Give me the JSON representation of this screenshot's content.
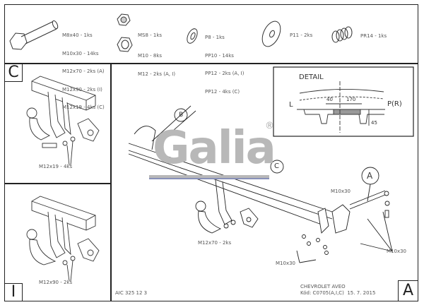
{
  "parts_list": {
    "bolts": [
      "M8x40 - 1ks",
      "M10x30 - 14ks",
      "M12x70 - 2ks (A)",
      "M12x90 - 2ks (I)",
      "M12x19 - 4ks (C)"
    ],
    "nut_ms": [
      "MS8 - 1ks"
    ],
    "nuts": [
      "M10 - 8ks",
      "M12 - 2ks (A, I)"
    ],
    "washers": [
      "P8 - 1ks",
      "PP10 - 14ks",
      "PP12 - 2ks (A, I)",
      "PP12 - 4ks (C)"
    ],
    "large_washer": "P11 - 2ks",
    "spring": "PR14 - 1ks"
  },
  "panel_c": {
    "tag": "C",
    "callout": "M12x19 - 4ks"
  },
  "panel_i": {
    "tag": "I",
    "callout": "M12x90 - 2ks"
  },
  "detail": {
    "title": "DETAIL",
    "left": "L",
    "right": "P(R)",
    "dim1": "40",
    "dim2": "170",
    "dim3": "45"
  },
  "main": {
    "callout_a": "A",
    "callout_b": "B",
    "callout_c": "C",
    "m12x70": "M12x70 - 2ks",
    "m10x30_top": "M10x30",
    "m10x30_right": "M10x30",
    "m10x30_bottom": "M10x30",
    "logo": "Galia",
    "logo_reg": "®",
    "logo_color": "#b0b0b0"
  },
  "footer": {
    "drawing_no": "AIC 325 12 3",
    "vehicle": "CHEVROLET AVEO",
    "code": "Kód: C0705(A,I,C)  15. 7. 2015",
    "variant_tag": "A"
  }
}
